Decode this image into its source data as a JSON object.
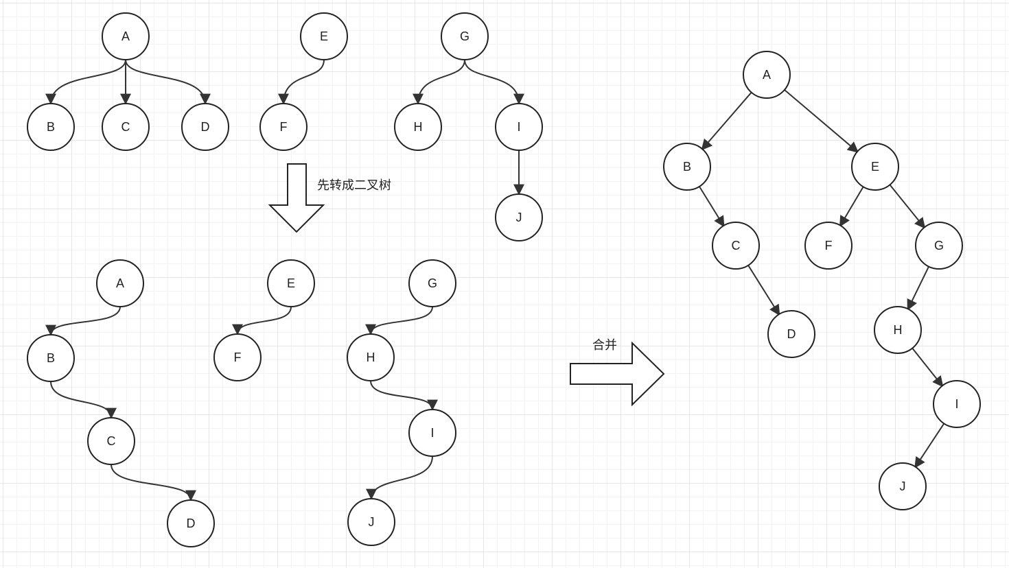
{
  "captions": {
    "convert": "先转成二叉树",
    "merge": "合并"
  },
  "colors": {
    "stroke": "#222222",
    "edge": "#333333",
    "fill": "#ffffff",
    "grid": "#e6e6e6"
  },
  "forest": {
    "nodes": [
      "A",
      "B",
      "C",
      "D",
      "E",
      "F",
      "G",
      "H",
      "I",
      "J"
    ],
    "edges": [
      [
        "A",
        "B"
      ],
      [
        "A",
        "C"
      ],
      [
        "A",
        "D"
      ],
      [
        "E",
        "F"
      ],
      [
        "G",
        "H"
      ],
      [
        "G",
        "I"
      ],
      [
        "I",
        "J"
      ]
    ]
  },
  "binary_trees": {
    "nodes": [
      "A",
      "B",
      "C",
      "D",
      "E",
      "F",
      "G",
      "H",
      "I",
      "J"
    ],
    "edges": [
      [
        "A",
        "B"
      ],
      [
        "B",
        "C"
      ],
      [
        "C",
        "D"
      ],
      [
        "E",
        "F"
      ],
      [
        "G",
        "H"
      ],
      [
        "H",
        "I"
      ],
      [
        "I",
        "J"
      ]
    ]
  },
  "merged_tree": {
    "nodes": [
      "A",
      "B",
      "E",
      "C",
      "F",
      "G",
      "D",
      "H",
      "I",
      "J"
    ],
    "edges": [
      [
        "A",
        "B"
      ],
      [
        "A",
        "E"
      ],
      [
        "B",
        "C"
      ],
      [
        "C",
        "D"
      ],
      [
        "E",
        "F"
      ],
      [
        "E",
        "G"
      ],
      [
        "G",
        "H"
      ],
      [
        "H",
        "I"
      ],
      [
        "I",
        "J"
      ]
    ]
  }
}
